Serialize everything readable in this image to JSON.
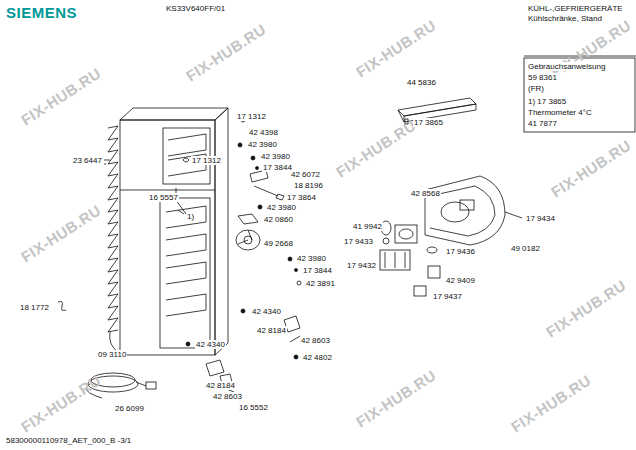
{
  "diagram": {
    "labels": [
      "SIEMENS",
      "KS33V640FF/01",
      "KÜHL-,GEFRIERGERÄTE",
      "Kühlschränke, Stand",
      "Gebrauchsanweisung",
      "59 8361",
      "(FR)",
      "1) 17 3865",
      "Thermometer 4°C",
      "41 7877",
      "17 1312",
      "44 5836",
      "17 3865",
      "42 4398",
      "42 3980",
      "17 1312",
      "23 6447",
      "42 3980",
      "17 3844",
      "42 6072",
      "18 8196",
      "17 3864",
      "42 3980",
      "16 5557",
      "1)",
      "42 0860",
      "49 2668",
      "41 9942",
      "42 8568",
      "17 9434",
      "17 9433",
      "49 0182",
      "17 9436",
      "17 9432",
      "42 9409",
      "17 9437",
      "42 3980",
      "17 3844",
      "42 3891",
      "18 1772",
      "42 4340",
      "42 8184",
      "42 8603",
      "09 3110",
      "42 4340",
      "42 4802",
      "42 8184",
      "42 8603",
      "16 5552",
      "26 6099",
      "58300000110978_AET_000_B -3/1",
      "FIX-HUB.RU",
      "FIX-HUB.RU",
      "FIX-HUB.RU",
      "FIX-HUB.RU",
      "FIX-HUB.RU",
      "FIX-HUB.RU",
      "FIX-HUB.RU",
      "FIX-HUB.RU",
      "FIX-HUB.RU",
      "FIX-HUB.RU",
      "FIX-HUB.RU"
    ]
  }
}
